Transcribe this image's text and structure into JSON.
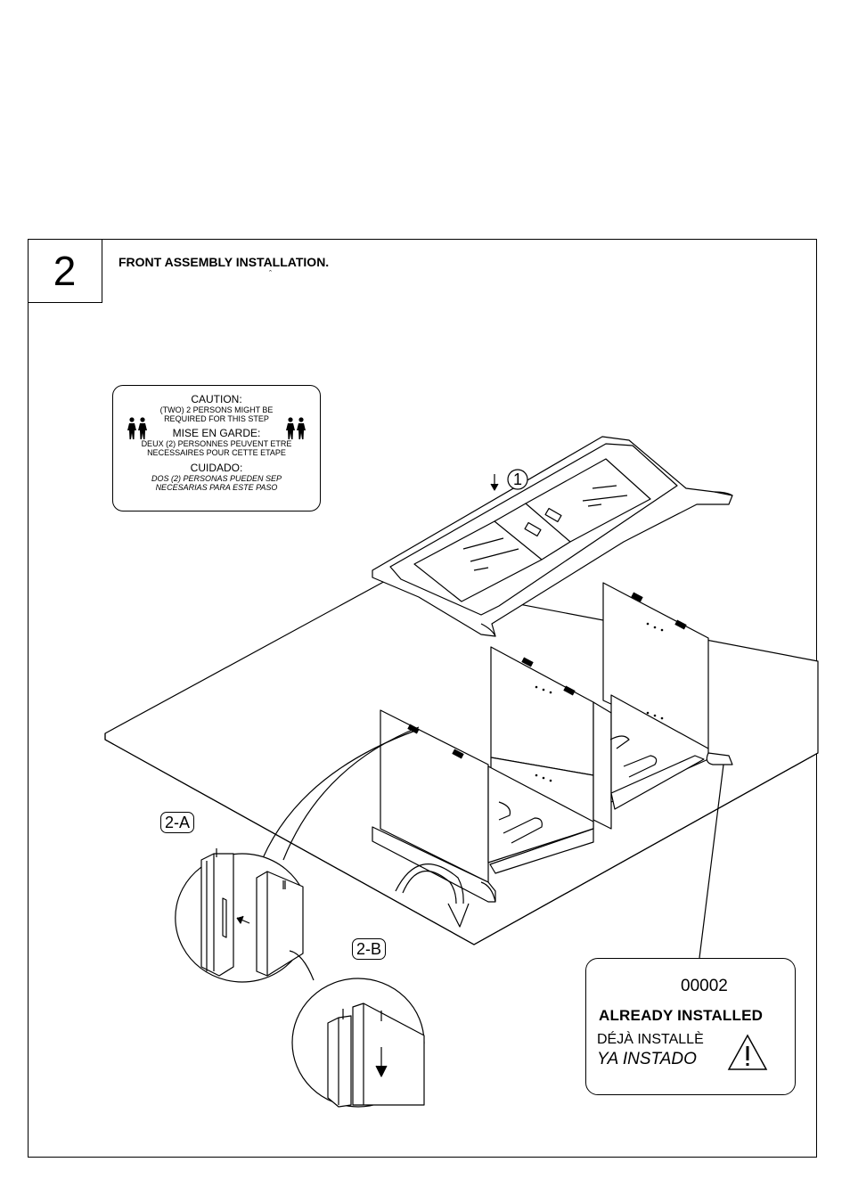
{
  "step": {
    "number": "2",
    "title": "FRONT ASSEMBLY INSTALLATION.",
    "stray_mark": "ˆ"
  },
  "caution": {
    "en_heading": "CAUTION:",
    "en_line1": "(TWO) 2 PERSONS MIGHT BE",
    "en_line2": "REQUIRED FOR THIS STEP",
    "fr_heading": "MISE EN GARDE:",
    "fr_line1": "DEUX (2) PERSONNES PEUVENT ETRE",
    "fr_line2": "NECESSAIRES POUR CETTE ETAPE",
    "es_heading": "CUIDADO:",
    "es_line1": "DOS (2) PERSONAS PUEDEN SEP",
    "es_line2": "NECESARIAS PARA ESTE PASO",
    "icon": "two-persons-icon"
  },
  "callouts": {
    "part_number": "1",
    "detail_a": "2-A",
    "detail_b": "2-B"
  },
  "already_installed": {
    "code": "00002",
    "en": "ALREADY INSTALLED",
    "fr": "DÉJÀ INSTALLÈ",
    "es": "YA INSTADO",
    "icon": "warning-triangle-icon"
  }
}
